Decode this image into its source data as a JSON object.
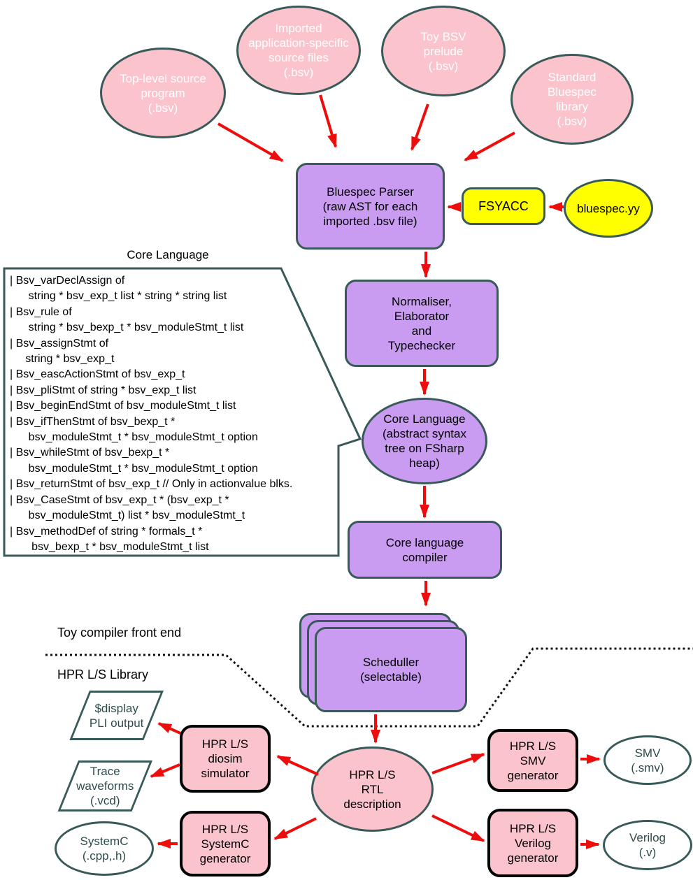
{
  "colors": {
    "pink": "#FBC4CD",
    "purple": "#C99CF2",
    "yellow": "#FFFF00",
    "red": "#EE0D0D",
    "border": "#3A5A5A",
    "slate-text": "#2E4C4C",
    "dotted": "#111111"
  },
  "labels": {
    "core_language_title": "Core Language",
    "toy_compiler_front_end": "Toy compiler front end",
    "hpr_ls_library": "HPR L/S Library"
  },
  "nodes": {
    "top_level_source": {
      "label": "Top-level source\nprogram\n(.bsv)"
    },
    "imported_sources": {
      "label": "Imported\napplication-specific\nsource files\n(.bsv)"
    },
    "toy_bsv_prelude": {
      "label": "Toy BSV\nprelude\n(.bsv)"
    },
    "standard_library": {
      "label": "Standard\nBluespec\nlibrary\n(.bsv)"
    },
    "bluespec_parser": {
      "label": "Bluespec Parser\n(raw AST for each\nimported .bsv file)"
    },
    "fsyacc": {
      "label": "FSYACC"
    },
    "bluespec_yy": {
      "label": "bluespec.yy"
    },
    "normaliser": {
      "label": "Normaliser,\nElaborator\nand\nTypechecker"
    },
    "core_language_ast": {
      "label": "Core Language\n(abstract syntax\ntree on FSharp\nheap)"
    },
    "core_language_compiler": {
      "label": "Core language\ncompiler"
    },
    "scheduller": {
      "label": "Scheduller\n(selectable)"
    },
    "hpr_rtl": {
      "label": "HPR L/S\nRTL\ndescription"
    },
    "hpr_diosim": {
      "label": "HPR L/S\ndiosim\nsimulator"
    },
    "hpr_smv_generator": {
      "label": "HPR L/S\nSMV\ngenerator"
    },
    "hpr_systemc_generator": {
      "label": "HPR L/S\nSystemC\ngenerator"
    },
    "hpr_verilog_generator": {
      "label": "HPR L/S\nVerilog\ngenerator"
    },
    "display_pli_output": {
      "label": "$display\nPLI output"
    },
    "trace_waveforms": {
      "label": "Trace\nwaveforms\n(.vcd)"
    },
    "systemc_output": {
      "label": "SystemC\n(.cpp,.h)"
    },
    "smv_output": {
      "label": "SMV\n(.smv)"
    },
    "verilog_output": {
      "label": "Verilog\n(.v)"
    }
  },
  "callout": {
    "text": "| Bsv_varDeclAssign of\n      string * bsv_exp_t list * string * string list\n| Bsv_rule of\n      string * bsv_bexp_t * bsv_moduleStmt_t list\n| Bsv_assignStmt of\n     string * bsv_exp_t\n| Bsv_eascActionStmt of bsv_exp_t\n| Bsv_pliStmt of string * bsv_exp_t list\n| Bsv_beginEndStmt of bsv_moduleStmt_t list\n| Bsv_ifThenStmt of bsv_bexp_t *\n      bsv_moduleStmt_t * bsv_moduleStmt_t option\n| Bsv_whileStmt of bsv_bexp_t *\n      bsv_moduleStmt_t * bsv_moduleStmt_t option\n| Bsv_returnStmt of bsv_exp_t // Only in actionvalue blks.\n| Bsv_CaseStmt of bsv_exp_t * (bsv_exp_t *\n      bsv_moduleStmt_t) list * bsv_moduleStmt_t\n| Bsv_methodDef of string * formals_t *\n       bsv_bexp_t * bsv_moduleStmt_t list"
  }
}
